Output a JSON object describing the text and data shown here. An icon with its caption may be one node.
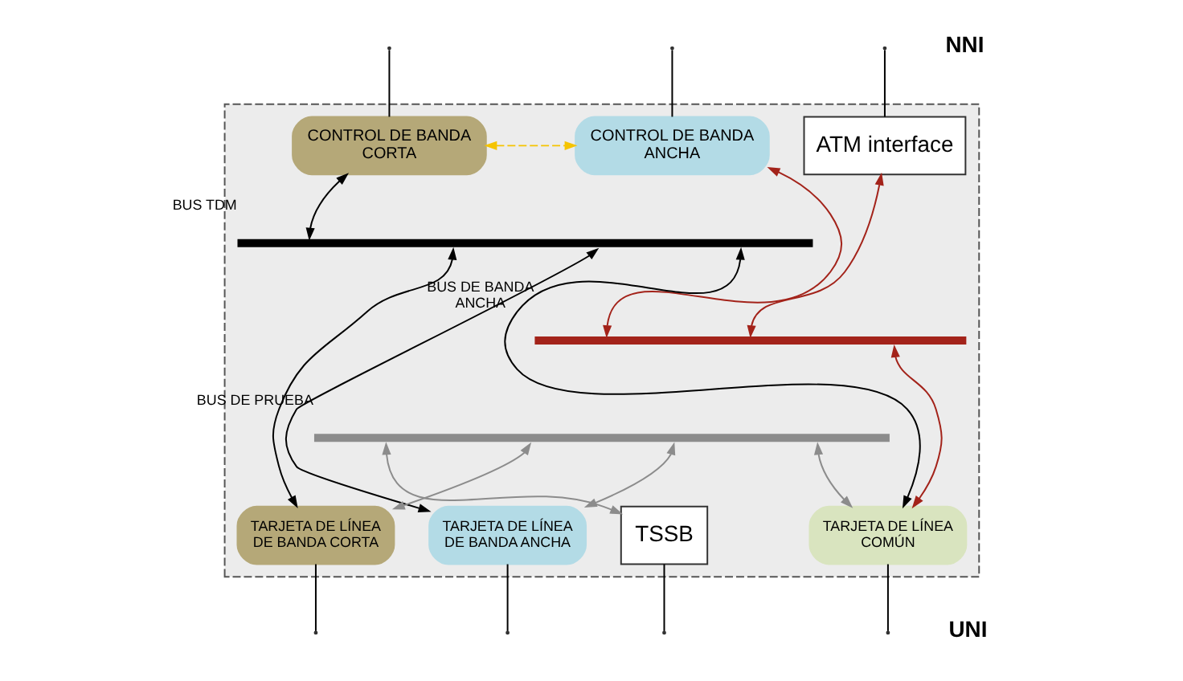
{
  "diagram": {
    "nodes": [
      {
        "text": [],
        "shape": "box"
      },
      {
        "text": [
          "CONTROL DE BANDA CORTA"
        ],
        "in": 0
      },
      {
        "text": [
          "CONTROL DE BANDA ANCHA"
        ],
        "in": 0
      },
      {
        "text": [
          "ATM interface"
        ],
        "in": 0
      },
      {
        "text": [
          "BUS TDM"
        ],
        "in": 0
      },
      {
        "text": [
          "BUS DE BANDA ANCHA"
        ],
        "in": 0
      },
      {
        "text": [
          "BUS DE PRUEBA"
        ],
        "in": 0
      },
      {
        "text": [
          "TSSB"
        ],
        "in": 0
      },
      {
        "text": [
          "TARJETA DE LÍNEA DE BANDA CORTA"
        ],
        "in": 0
      },
      {
        "text": [
          "TARJETA DE LÍNEA DE BANDA ANCHA"
        ],
        "in": 0
      },
      {
        "text": [
          "TARJETA DE LÍNEA COMÚN"
        ],
        "in": 0
      }
    ],
    "edges": [
      {
        "from": 1,
        "to": 2,
        "arrow": "both",
        "style": "dashed",
        "color": "#f5c400"
      },
      {
        "from": 1,
        "to": 4,
        "arrow": "both"
      },
      {
        "from": 2,
        "to": 5,
        "arrow": "both",
        "color": "#a3231a"
      },
      {
        "from": 3,
        "to": 5,
        "arrow": "both",
        "color": "#a3231a"
      },
      {
        "from": 4,
        "to": 8,
        "arrow": "both"
      },
      {
        "from": 4,
        "to": 9,
        "arrow": "both"
      },
      {
        "from": 4,
        "to": 10,
        "arrow": "both"
      },
      {
        "from": 5,
        "to": 10,
        "arrow": "both",
        "color": "#a3231a"
      },
      {
        "from": 6,
        "to": 7,
        "arrow": "both",
        "color": "#8c8c8c"
      },
      {
        "from": 6,
        "to": 8,
        "arrow": "both",
        "color": "#8c8c8c"
      },
      {
        "from": 6,
        "to": 9,
        "arrow": "both",
        "color": "#8c8c8c"
      },
      {
        "from": 6,
        "to": 10,
        "arrow": "both",
        "color": "#8c8c8c"
      },
      {
        "from": null,
        "to": 1,
        "arrow": "none"
      },
      {
        "from": null,
        "to": 2,
        "arrow": "none"
      },
      {
        "from": null,
        "to": 3,
        "arrow": "none"
      },
      {
        "from": 7,
        "to": null,
        "arrow": "none"
      },
      {
        "from": 8,
        "to": null,
        "arrow": "none"
      },
      {
        "from": 9,
        "to": null,
        "arrow": "none"
      },
      {
        "from": 10,
        "to": null,
        "arrow": "none"
      }
    ],
    "labels": [
      "NNI",
      "UNI"
    ]
  }
}
